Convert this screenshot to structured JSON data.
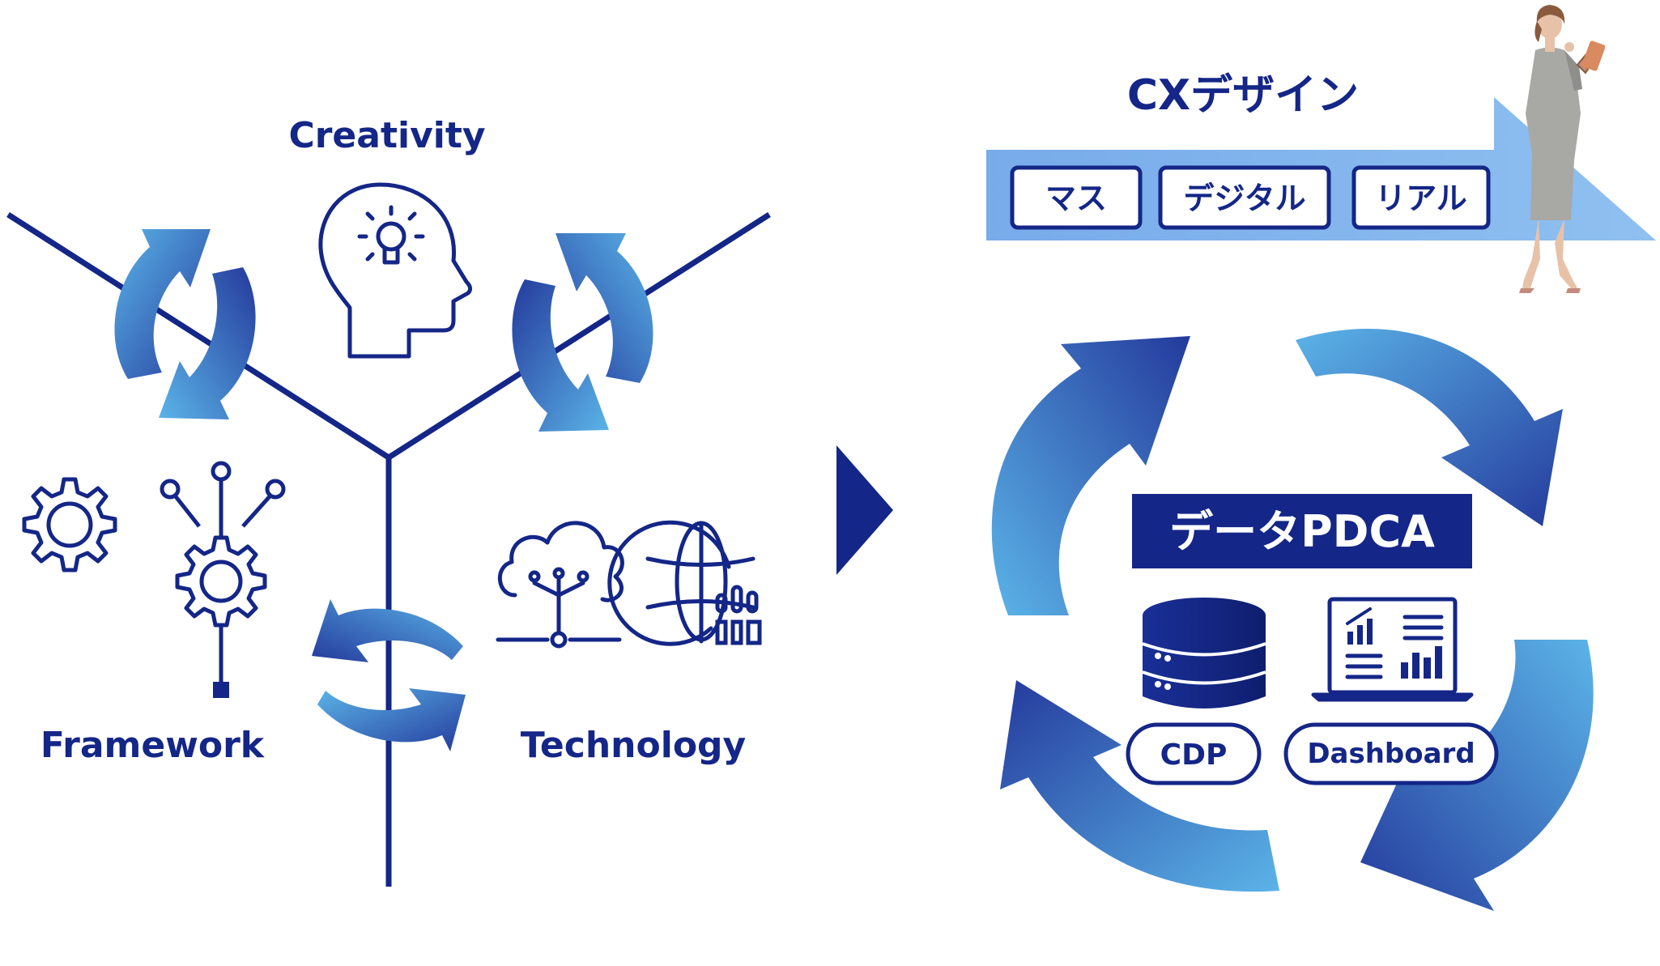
{
  "left_diagram": {
    "creativity_label": "Creativity",
    "framework_label": "Framework",
    "technology_label": "Technology"
  },
  "right_diagram": {
    "cx_title": "CXデザイン",
    "channels": [
      "マス",
      "デジタル",
      "リアル"
    ],
    "pdca_title": "データPDCA",
    "cdp_label": "CDP",
    "dashboard_label": "Dashboard"
  },
  "colors": {
    "navy": "#142687",
    "arrow_light": "#5BB4E8",
    "arrow_dark": "#243A9C",
    "banner": "#7FB2EC"
  },
  "icons": [
    "head-lightbulb-icon",
    "gears-network-icon",
    "cloud-network-icon",
    "globe-data-icon",
    "database-icon",
    "laptop-chart-icon",
    "next-arrow-icon"
  ]
}
